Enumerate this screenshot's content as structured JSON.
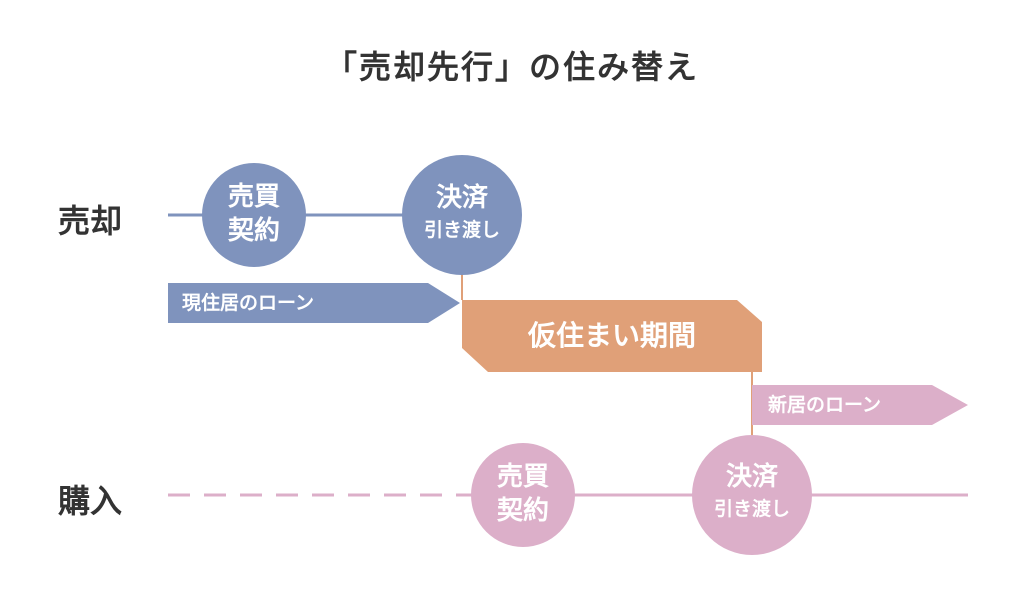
{
  "title": "「売却先行」の住み替え",
  "rows": {
    "sale": {
      "label": "売却"
    },
    "purchase": {
      "label": "購入"
    }
  },
  "sale_events": {
    "contract": {
      "line1": "売買",
      "line2": "契約"
    },
    "settlement": {
      "line1": "決済",
      "line2": "引き渡し"
    }
  },
  "purchase_events": {
    "contract": {
      "line1": "売買",
      "line2": "契約"
    },
    "settlement": {
      "line1": "決済",
      "line2": "引き渡し"
    }
  },
  "periods": {
    "current_loan": "現住居のローン",
    "temporary": "仮住まい期間",
    "new_loan": "新居のローン"
  },
  "colors": {
    "sale": "#7f93bd",
    "purchase": "#dcafc9",
    "temporary": "#e0a078",
    "text": "#333333"
  }
}
